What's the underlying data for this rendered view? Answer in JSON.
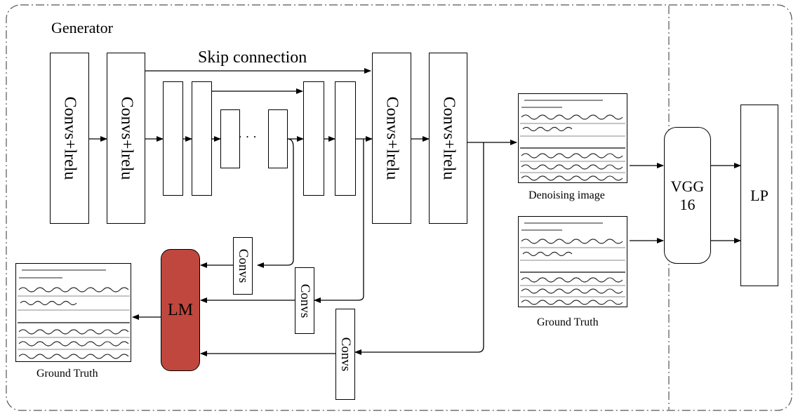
{
  "generator_label": "Generator",
  "skip_connection_label": "Skip connection",
  "conv_block_label": "Convs+lrelu",
  "ellipsis": "· · ·",
  "convs_label": "Convs",
  "lm_label": "LM",
  "vgg_label_line1": "VGG",
  "vgg_label_line2": "16",
  "lp_label": "LP",
  "denoising_image_caption": "Denoising image",
  "ground_truth_caption": "Ground Truth",
  "colors": {
    "lm_fill": "#c0473d",
    "line": "#000000",
    "border": "#555555"
  }
}
